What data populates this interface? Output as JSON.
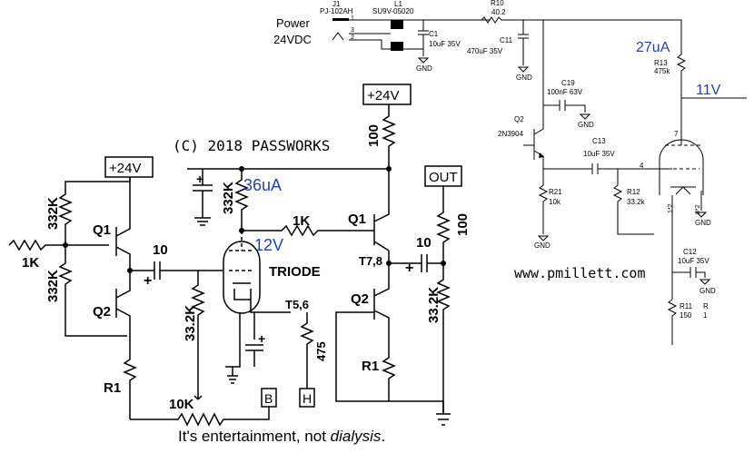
{
  "left_schematic": {
    "copyright": "(C) 2018 PASSWORKS",
    "supply_left": "+24V",
    "supply_right": "+24V",
    "out_label": "OUT",
    "triode_label": "TRIODE",
    "r_332k_1": "332K",
    "r_332k_2": "332K",
    "r_332k_3": "332K",
    "r_1k_in": "1K",
    "r_1k_grid": "1K",
    "r_100_top": "100",
    "r_100_out": "100",
    "r_33k_left": "33.2K",
    "r_33k_right": "33.2K",
    "r1_left": "R1",
    "r1_right": "R1",
    "pot_10k": "10K",
    "cap_10_left": "10",
    "cap_10_right": "10",
    "q1_left": "Q1",
    "q2_left": "Q2",
    "q1_right": "Q1",
    "q2_right": "Q2",
    "t56": "T5,6",
    "t78": "T7,8",
    "r_475": "475",
    "box_b": "B",
    "box_h": "H",
    "meas_current": "36uA",
    "meas_voltage": "12V",
    "plus_sign": "+"
  },
  "right_schematic": {
    "power_label_1": "Power",
    "power_label_2": "24VDC",
    "j1_name": "J1",
    "j1_part": "PJ-102AH",
    "j1_pin1": "1",
    "j1_pin2": "2",
    "j1_pin3": "3",
    "l1_name": "L1",
    "l1_part": "SU9V-05020",
    "c1_name": "C1",
    "c1_value": "10uF 35V",
    "r10_name": "R10",
    "r10_value": "40.2",
    "c11_name": "C11",
    "c11_value": "470uF 35V",
    "gnd": "GND",
    "c19_name": "C19",
    "c19_value": "100nF 63V",
    "q2_name": "Q2",
    "q2_part": "2N3904",
    "c13_name": "C13",
    "c13_value": "10uF 35V",
    "r21_name": "R21",
    "r21_value": "10k",
    "r12_name": "R12",
    "r12_value": "33.2k",
    "r13_name": "R13",
    "r13_value": "475k",
    "c12_name": "C12",
    "c12_value": "10uF 35V",
    "r11_name": "R11",
    "r11_value": "150",
    "r_partial": "R",
    "r_partial_value": "1",
    "pin4": "4",
    "pin7": "7",
    "pin12": "1*2",
    "pin82": "8*2",
    "meas_current": "27uA",
    "meas_voltage": "11V",
    "website": "www.pmillett.com"
  },
  "caption": {
    "prefix": "It's entertainment, not ",
    "emphasis": "dialysis",
    "suffix": "."
  }
}
